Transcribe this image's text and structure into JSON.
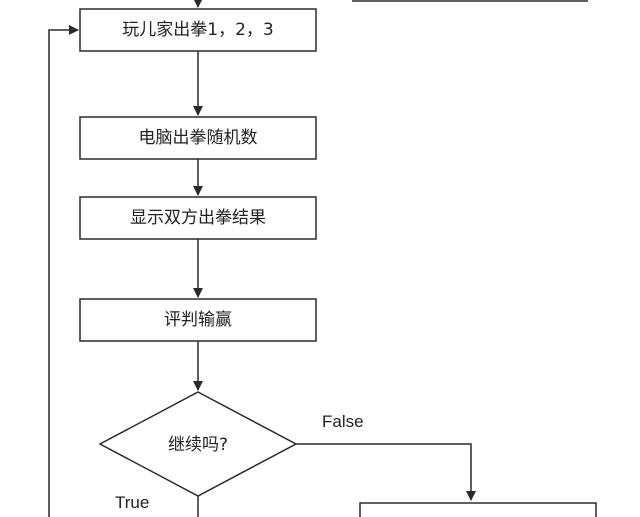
{
  "nodes": {
    "player_input": "玩儿家出拳1，2，3",
    "computer_random": "电脑出拳随机数",
    "show_result": "显示双方出拳结果",
    "judge": "评判输赢",
    "continue_question": "继续吗?"
  },
  "edges": {
    "false_label": "False",
    "true_label": "True"
  },
  "colors": {
    "stroke": "#2b2b2b",
    "text": "#222222",
    "background": "#ffffff"
  }
}
